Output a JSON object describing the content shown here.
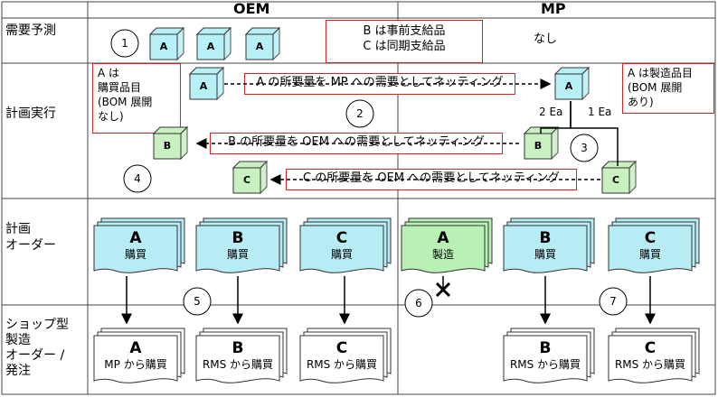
{
  "columns": {
    "left": "OEM",
    "right": "MP"
  },
  "rows": {
    "forecast": "需要予測",
    "planning": "計画実行",
    "plan_order": [
      "計画",
      "オーダー"
    ],
    "shop_order": [
      "ショップ型",
      "製造",
      "オーダー /",
      "発注"
    ]
  },
  "items": {
    "a": "A",
    "b": "B",
    "c": "C"
  },
  "mp_forecast_note": [
    "B は事前支給品",
    "C は同期支給品"
  ],
  "mp_forecast_none": "なし",
  "oem_a_note": [
    "A は",
    "購買品目",
    "(BOM 展開",
    "なし)"
  ],
  "mp_a_note": [
    "A は製造品目",
    "(BOM 展開",
    "あり)"
  ],
  "netting": {
    "a": "A の所要量を MP への需要としてネッティング",
    "b": "B の所要量を OEM への需要としてネッティング",
    "c": "C の所要量を OEM への需要としてネッティング"
  },
  "bom_qty": {
    "b": "2 Ea",
    "c": "1 Ea"
  },
  "order_kind": {
    "purchase": "購買",
    "manufacture": "製造"
  },
  "shop_kind": {
    "mp_purchase": "MP から購買",
    "rms_purchase": "RMS から購買"
  },
  "step_numbers": [
    "1",
    "2",
    "3",
    "4",
    "5",
    "6",
    "7"
  ],
  "colors": {
    "cyan_box": "#b7f0f6",
    "green_box": "#c8f0c0",
    "red": "#e02020",
    "order_cyan": "#b7ecf4",
    "order_green": "#b9f0b4"
  }
}
